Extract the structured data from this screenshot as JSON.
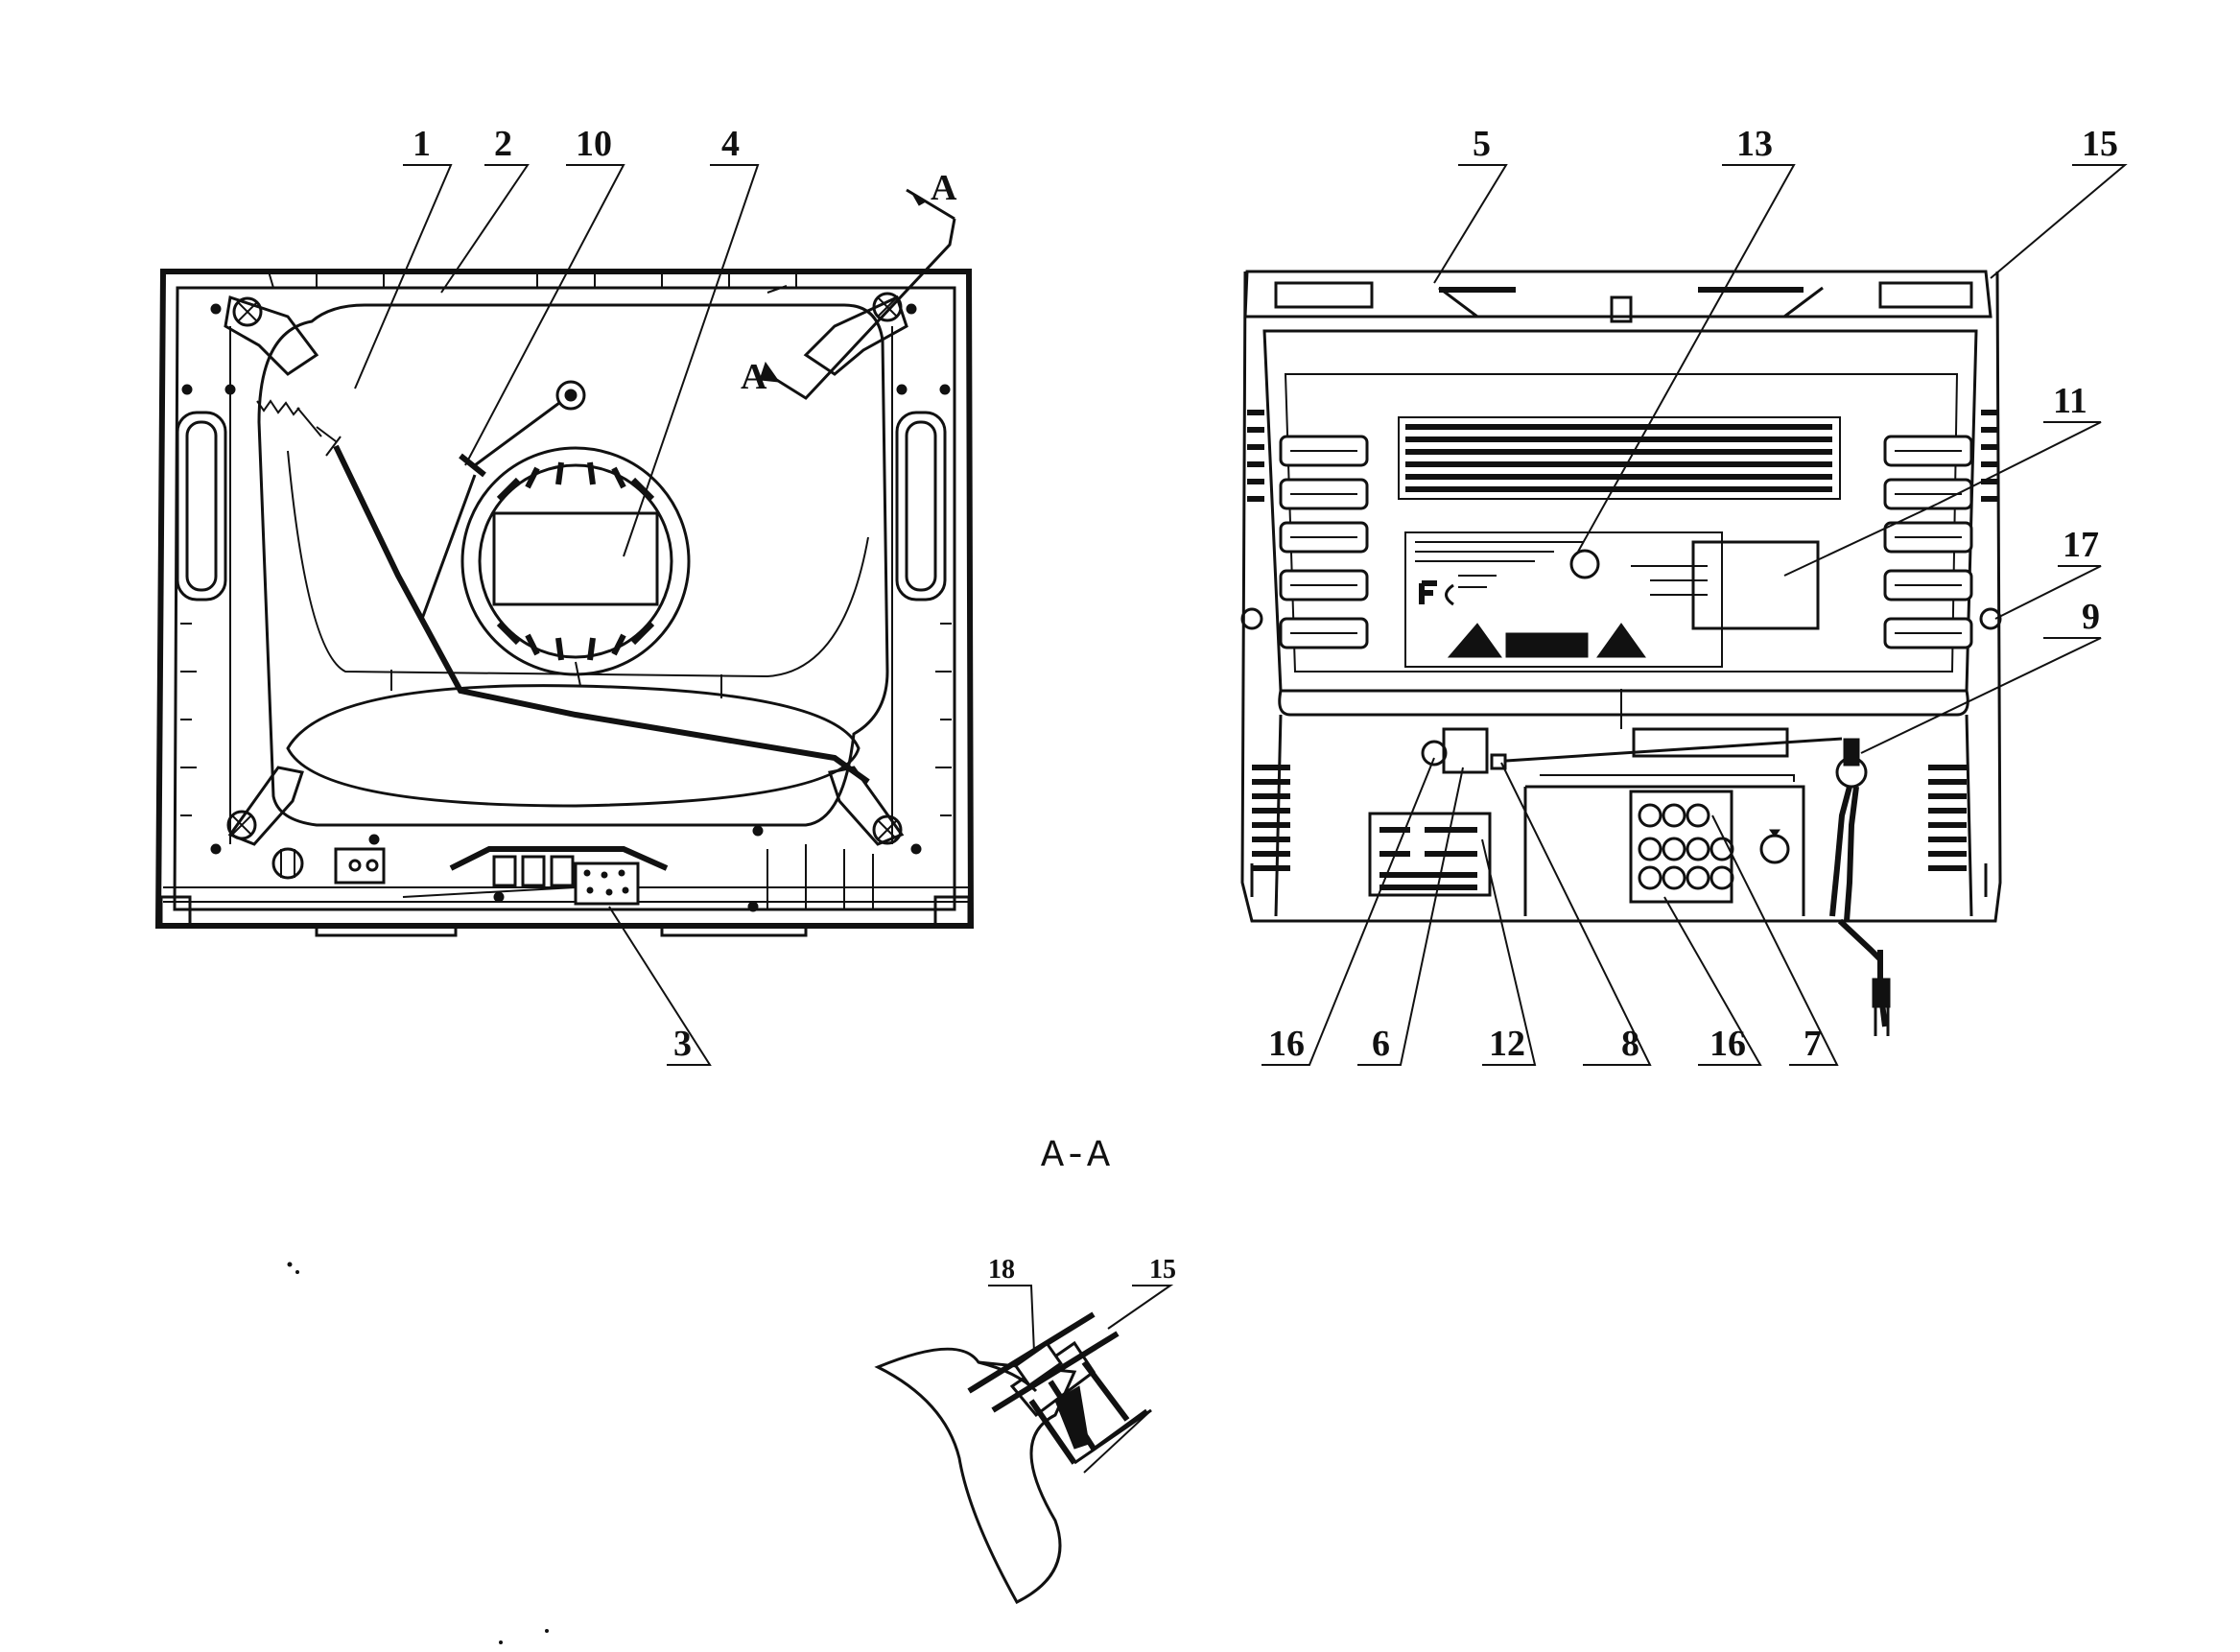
{
  "diagram": {
    "left_view": {
      "labels": [
        "1",
        "2",
        "10",
        "4",
        "3"
      ],
      "section_marker": "A"
    },
    "right_view": {
      "labels_top": [
        "5",
        "13",
        "15",
        "11",
        "17",
        "9"
      ],
      "labels_bottom": [
        "16",
        "6",
        "12",
        "8",
        "16",
        "7"
      ]
    },
    "section_title": "A-A",
    "detail_labels": [
      "18",
      "15"
    ]
  }
}
